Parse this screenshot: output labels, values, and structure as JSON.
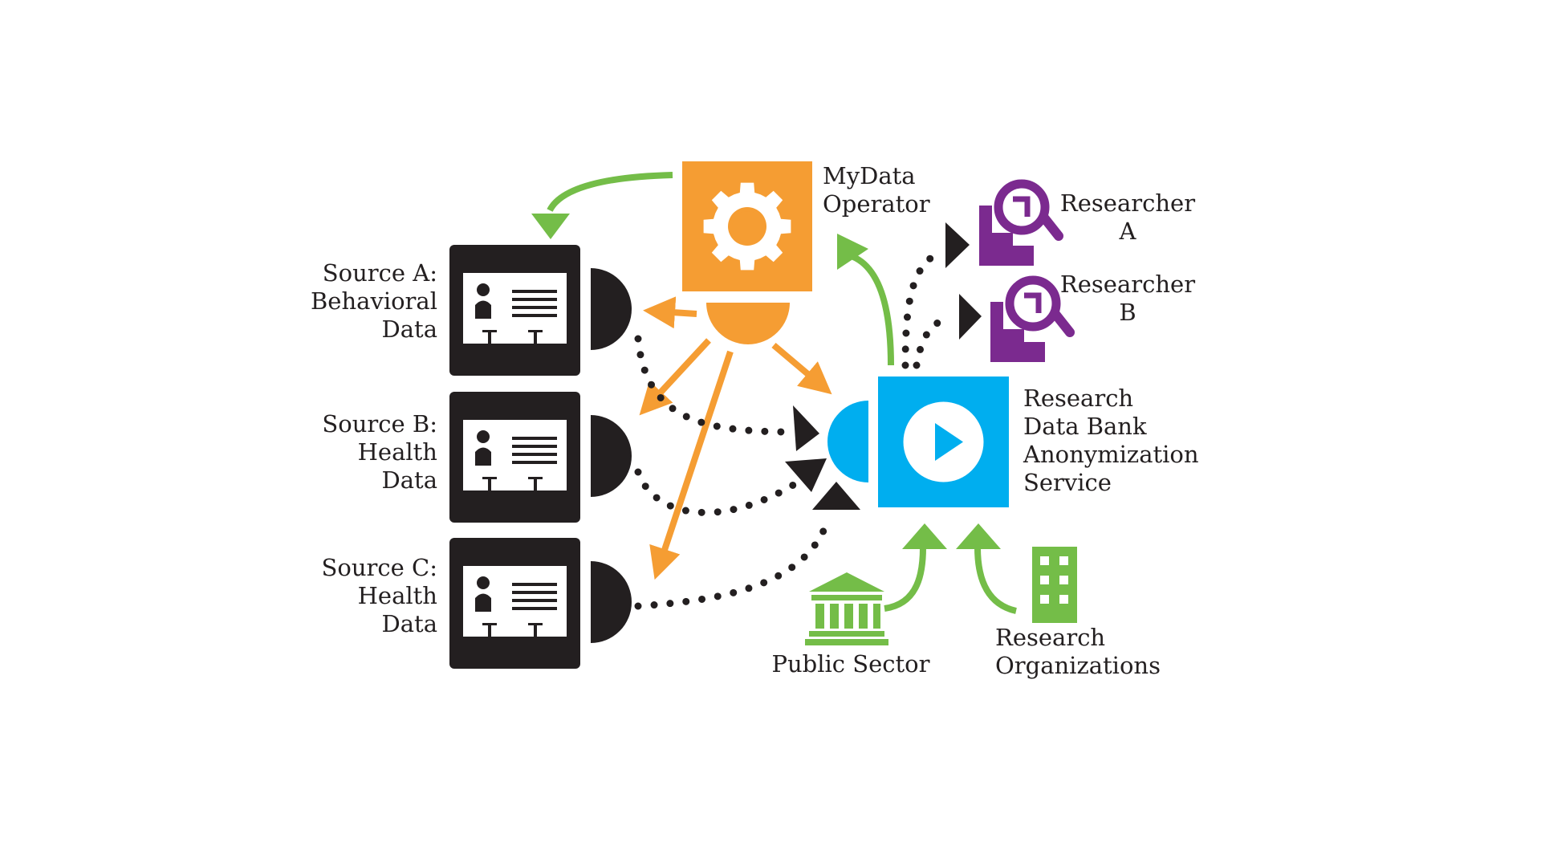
{
  "colors": {
    "orange": "#f59d33",
    "green": "#74bd48",
    "blue": "#00aeef",
    "purple": "#7b2a8f",
    "black": "#231f20"
  },
  "mydata_operator": {
    "line1": "MyData",
    "line2": "Operator",
    "icon": "gear-icon"
  },
  "sources": [
    {
      "line1": "Source A:",
      "line2": "Behavioral",
      "line3": "Data",
      "icon": "id-card-icon"
    },
    {
      "line1": "Source B:",
      "line2": "Health",
      "line3": "Data",
      "icon": "id-card-icon"
    },
    {
      "line1": "Source C:",
      "line2": "Health",
      "line3": "Data",
      "icon": "id-card-icon"
    }
  ],
  "research_data_bank": {
    "line1": "Research",
    "line2": "Data Bank",
    "line3": "Anonymization",
    "line4": "Service",
    "icon": "play-icon"
  },
  "researchers": [
    {
      "line1": "Researcher",
      "line2": "A",
      "icon": "magnifier-icon"
    },
    {
      "line1": "Researcher",
      "line2": "B",
      "icon": "magnifier-icon"
    }
  ],
  "public_sector": {
    "label": "Public Sector",
    "icon": "government-building-icon"
  },
  "research_organizations": {
    "line1": "Research",
    "line2": "Organizations",
    "icon": "office-building-icon"
  }
}
